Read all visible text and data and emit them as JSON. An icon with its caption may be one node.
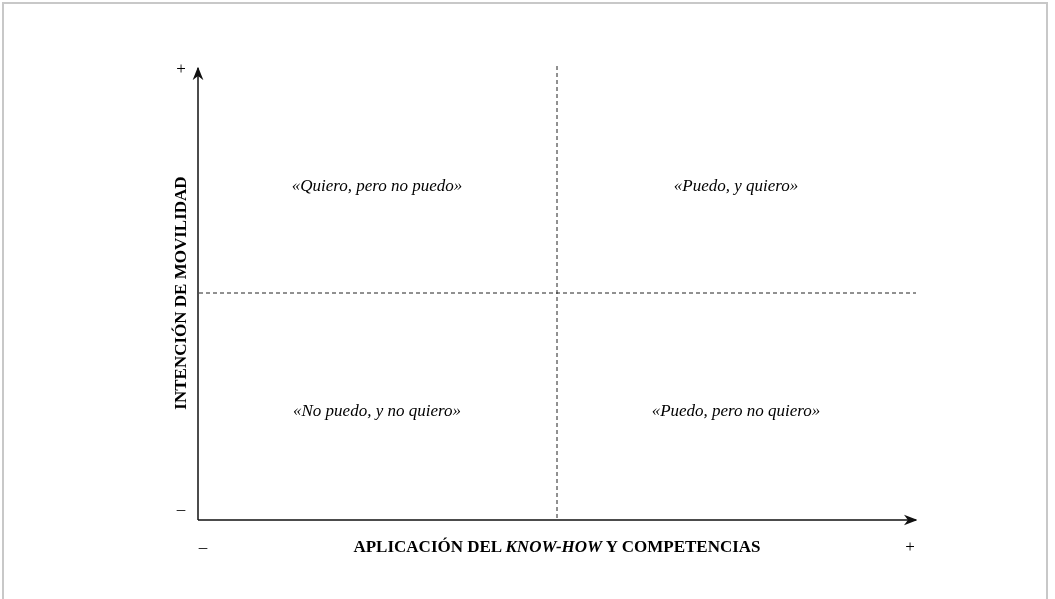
{
  "diagram": {
    "labels": [
      "+",
      "INTENCIÓN DE MOVILIDAD",
      "«Quiero, pero no puedo»",
      "«Puedo, y quiero»",
      "«No puedo, y no quiero»",
      "«Puedo, pero no quiero»",
      "–",
      "–",
      "APLICACIÓN DEL *KNOW-HOW* Y COMPETENCIAS",
      "+"
    ]
  }
}
